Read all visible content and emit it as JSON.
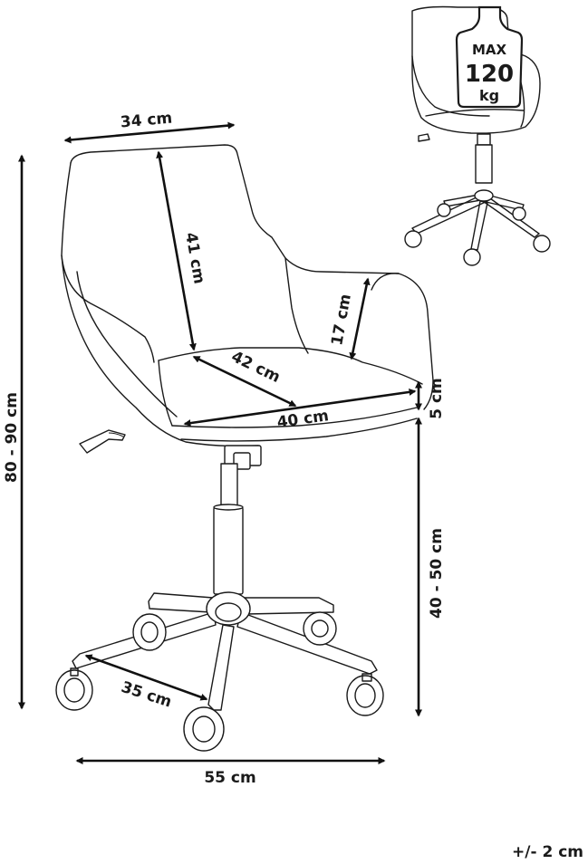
{
  "dimensions": {
    "backrest_width": "34 cm",
    "backrest_height": "41 cm",
    "armrest_height": "17 cm",
    "seat_depth": "42 cm",
    "seat_width": "40 cm",
    "seat_thickness": "5 cm",
    "total_height": "80 - 90 cm",
    "seat_height": "40 - 50 cm",
    "base_leg": "35 cm",
    "base_width": "55 cm"
  },
  "max_load": {
    "line1": "MAX",
    "line2": "120",
    "line3": "kg"
  },
  "tolerance": "+/- 2 cm"
}
